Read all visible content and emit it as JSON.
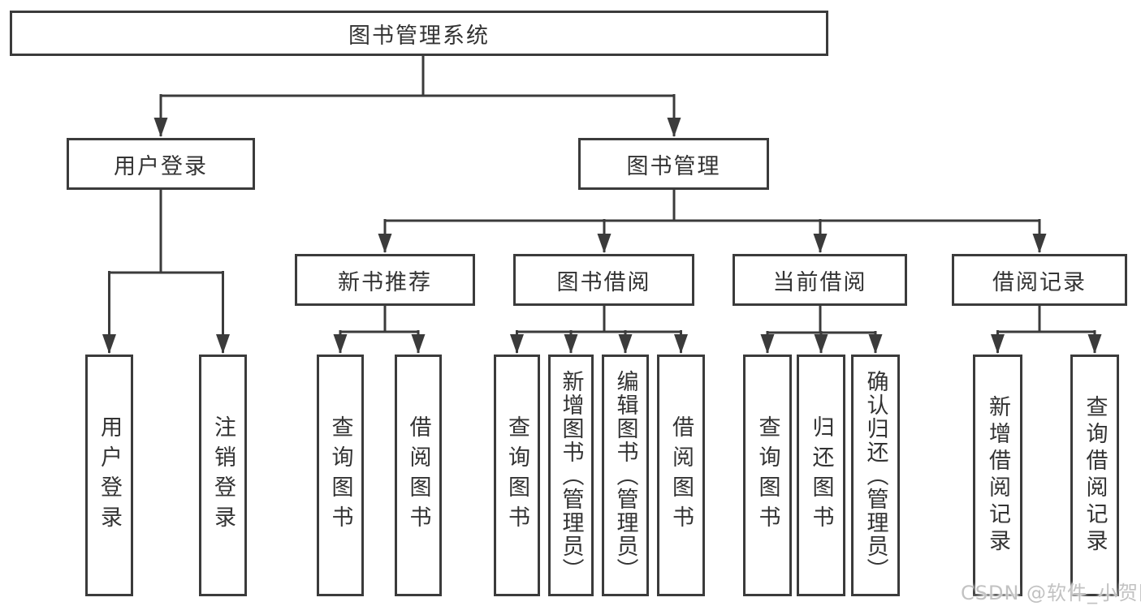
{
  "colors": {
    "line": "#3b3b3b",
    "box_border": "#3b3b3b",
    "text": "#333333",
    "background": "#ffffff",
    "watermark": "#c2c2c2"
  },
  "watermark": {
    "text": "CSDN @软件_小贺同学"
  },
  "tree": {
    "root": {
      "label": "图书管理系统"
    },
    "level2": [
      {
        "label": "用户登录",
        "children": [
          {
            "label": "用户登录"
          },
          {
            "label": "注销登录"
          }
        ]
      },
      {
        "label": "图书管理",
        "children": [
          {
            "label": "新书推荐",
            "children": [
              {
                "label": "查询图书"
              },
              {
                "label": "借阅图书"
              }
            ]
          },
          {
            "label": "图书借阅",
            "children": [
              {
                "label": "查询图书"
              },
              {
                "label": "新增图书（管理员）"
              },
              {
                "label": "编辑图书（管理员）"
              },
              {
                "label": "借阅图书"
              }
            ]
          },
          {
            "label": "当前借阅",
            "children": [
              {
                "label": "查询图书"
              },
              {
                "label": "归还图书"
              },
              {
                "label": "确认归还（管理员）"
              }
            ]
          },
          {
            "label": "借阅记录",
            "children": [
              {
                "label": "新增借阅记录"
              },
              {
                "label": "查询借阅记录"
              }
            ]
          }
        ]
      }
    ]
  }
}
